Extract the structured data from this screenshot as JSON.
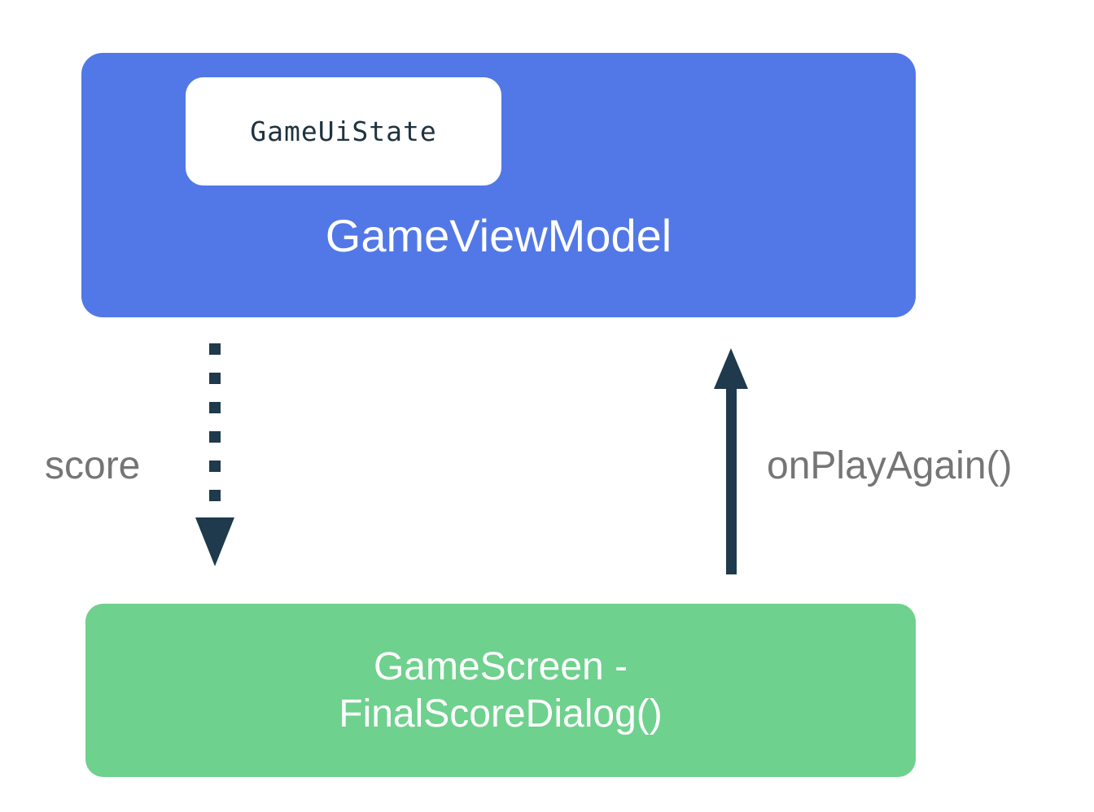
{
  "diagram": {
    "viewmodel_box": {
      "label": "GameViewModel",
      "state_chip_label": "GameUiState"
    },
    "screen_box": {
      "label_line1": "GameScreen -",
      "label_line2": "FinalScoreDialog()"
    },
    "score_edge": {
      "label": "score"
    },
    "play_again_edge": {
      "label": "onPlayAgain()"
    },
    "colors": {
      "viewmodel_blue": "#5278e7",
      "screen_green": "#6ed18d",
      "arrow_navy": "#1e3a4c",
      "label_gray": "#757575",
      "chip_bg": "#ffffff",
      "chip_text": "#20333f"
    }
  }
}
